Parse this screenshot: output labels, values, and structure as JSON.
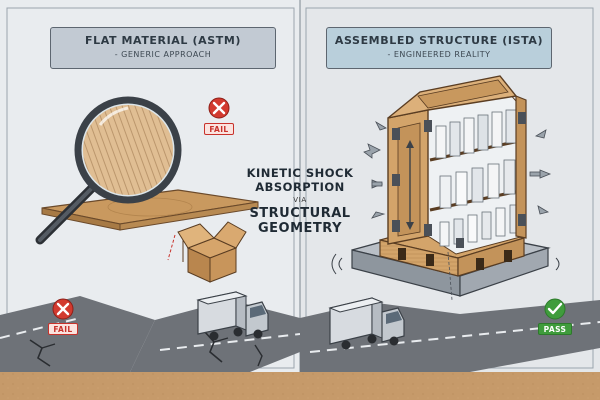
{
  "left_header": {
    "title": "FLAT MATERIAL (ASTM)",
    "subtitle": "- GENERIC APPROACH"
  },
  "right_header": {
    "title": "ASSEMBLED STRUCTURE (ISTA)",
    "subtitle": "- ENGINEERED REALITY"
  },
  "center": {
    "line1": "KINETIC SHOCK",
    "line2": "ABSORPTION",
    "line3": "VIA",
    "line4": "STRUCTURAL",
    "line5": "GEOMETRY"
  },
  "badges": {
    "fail_top": "FAIL",
    "fail_bottom": "FAIL",
    "pass": "PASS"
  },
  "colors": {
    "left_panel": "#e9ecef",
    "right_panel": "#e4e7ea",
    "cardboard": "#c99a62",
    "fail": "#d23a2f",
    "pass": "#3f9c3c"
  }
}
